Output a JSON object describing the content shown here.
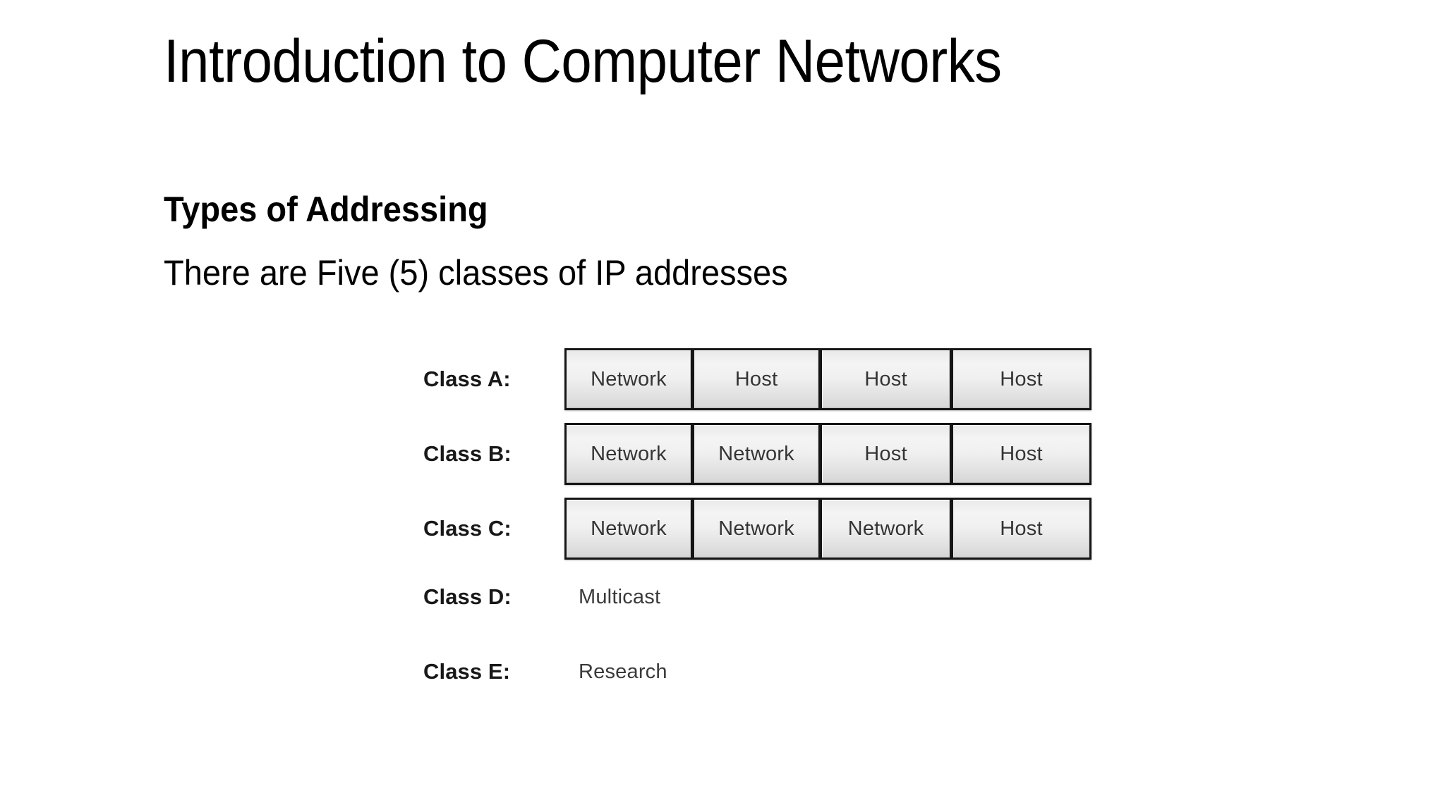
{
  "slide": {
    "title": "Introduction to Computer Networks",
    "heading": "Types of Addressing",
    "lead": "There are Five (5) classes of IP addresses"
  },
  "figure": {
    "rows": [
      {
        "label": "Class A:",
        "type": "cells",
        "cells": [
          "Network",
          "Host",
          "Host",
          "Host"
        ]
      },
      {
        "label": "Class B:",
        "type": "cells",
        "cells": [
          "Network",
          "Network",
          "Host",
          "Host"
        ]
      },
      {
        "label": "Class C:",
        "type": "cells",
        "cells": [
          "Network",
          "Network",
          "Network",
          "Host"
        ]
      },
      {
        "label": "Class D:",
        "type": "text",
        "value": "Multicast"
      },
      {
        "label": "Class E:",
        "type": "text",
        "value": "Research"
      }
    ]
  },
  "colors": {
    "background": "#ffffff",
    "title_text": "#000000",
    "body_text": "#000000",
    "cell_border": "#151515",
    "cell_text": "#343434",
    "cell_fill_light": "#f4f4f4",
    "cell_fill_dark": "#d6d6d6"
  }
}
